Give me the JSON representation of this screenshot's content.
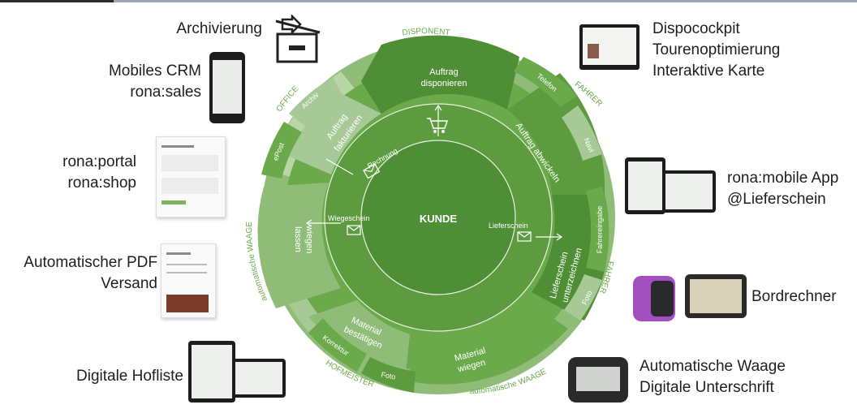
{
  "center": "KUNDE",
  "inner_ring": {
    "rechnung": "Rechnung",
    "lieferschein": "Lieferschein",
    "wiegeschein": "Wiegeschein"
  },
  "middle_ring": {
    "auftrag_disponieren": [
      "Auftrag",
      "disponieren"
    ],
    "auftrag_abwickeln": "Auftrag abwickeln",
    "lieferschein_unterzeichnen": [
      "Lieferschein",
      "unterzeichnen"
    ],
    "material_wiegen": [
      "Material",
      "wiegen"
    ],
    "material_bestaetigen": [
      "Material",
      "bestätigen"
    ],
    "wiegen_lassen": [
      "wiegen",
      "lassen"
    ],
    "auftrag_fakturieren": [
      "Auftrag",
      "fakturieren"
    ]
  },
  "outer_ring": {
    "telefon": "Telefon",
    "navi": "Navi",
    "fahrereingabe": "Fahrereingabe",
    "foto_right": "Foto",
    "korrektur": "Korrektur",
    "foto_bottom": "Foto",
    "epost": "ePost",
    "archiv": "Archiv"
  },
  "roles": {
    "disponent": "DISPONENT",
    "fahrer_top": "FAHRER",
    "fahrer_right": "FAHRER",
    "automatische_waage_bottom": "automatische WAAGE",
    "hofmeister": "HOFMEISTER",
    "automatische_waage_left": "automatische WAAGE",
    "office": "OFFICE"
  },
  "labels": {
    "archivierung": "Archivierung",
    "mobiles_crm": [
      "Mobiles CRM",
      "rona:sales"
    ],
    "rona_portal": [
      "rona:portal",
      "rona:shop"
    ],
    "pdf_versand": [
      "Automatischer PDF",
      "Versand"
    ],
    "hofliste": "Digitale Hofliste",
    "dispocockpit": [
      "Dispocockpit",
      "Tourenoptimierung",
      "Interaktive Karte"
    ],
    "mobile_app": [
      "rona:mobile App",
      "@Lieferschein"
    ],
    "bordrechner": "Bordrechner",
    "waage": [
      "Automatische Waage",
      "Digitale Unterschrift"
    ]
  },
  "colors": {
    "center": "#4e8f35",
    "inner_ring": "#5c9c3e",
    "middle_ring": "#6aaa4b",
    "middle_dark": "#4e8f35",
    "middle_light": "#a6c995",
    "outer_ring": "#8fbd77",
    "outer_light": "#b8d6a6",
    "role_text": "#6aaa4b"
  }
}
